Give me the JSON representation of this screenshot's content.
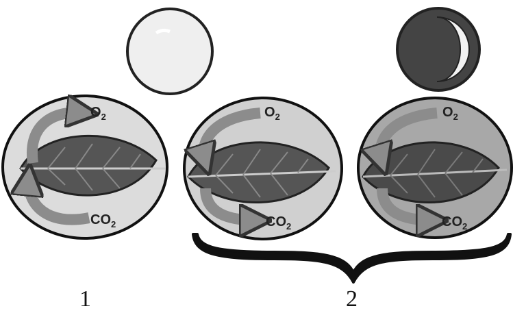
{
  "labels": {
    "group_1": "1",
    "group_2": "2"
  },
  "gases": {
    "oxygen": {
      "base": "O",
      "sub": "2"
    },
    "carbon_dioxide": {
      "base": "CO",
      "sub": "2"
    }
  },
  "panels": [
    {
      "id": "panel-1",
      "light": "sun",
      "o2_flow": "out",
      "co2_flow": "in"
    },
    {
      "id": "panel-2",
      "light": "none",
      "o2_flow": "in",
      "co2_flow": "out"
    },
    {
      "id": "panel-3",
      "light": "moon",
      "o2_flow": "in",
      "co2_flow": "out"
    }
  ],
  "colors": {
    "panel_1_bg": "#dcdcdc",
    "panel_2_bg": "#d0d0d0",
    "panel_3_bg": "#a8a8a8",
    "leaf": "#555555",
    "arrow": "#8c8c8c",
    "moon_dark": "#444444"
  }
}
